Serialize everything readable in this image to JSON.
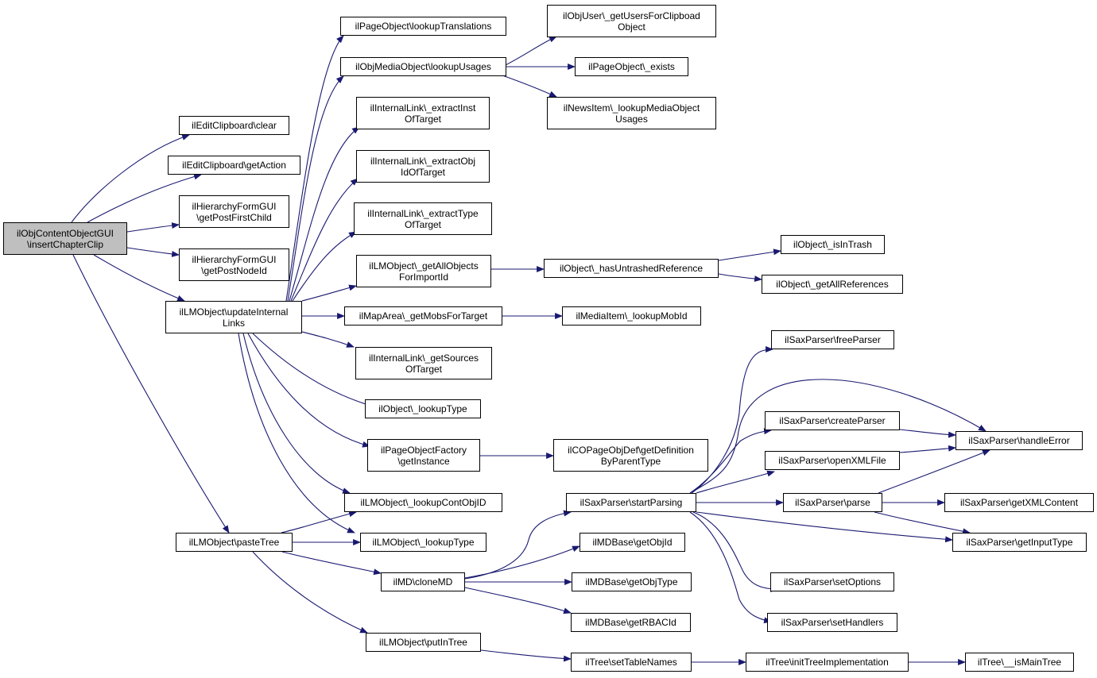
{
  "colors": {
    "edge": "#191970",
    "root_fill": "#bfbfbf",
    "node_fill": "#ffffff",
    "border": "#000000"
  },
  "nodes": {
    "root": {
      "lines": [
        "ilObjContentObjectGUI",
        "\\insertChapterClip"
      ]
    },
    "clear": {
      "lines": [
        "ilEditClipboard\\clear"
      ]
    },
    "getAction": {
      "lines": [
        "ilEditClipboard\\getAction"
      ]
    },
    "getPostFirstChild": {
      "lines": [
        "ilHierarchyFormGUI",
        "\\getPostFirstChild"
      ]
    },
    "getPostNodeId": {
      "lines": [
        "ilHierarchyFormGUI",
        "\\getPostNodeId"
      ]
    },
    "updateInternalLinks": {
      "lines": [
        "ilLMObject\\updateInternal",
        "Links"
      ]
    },
    "pasteTree": {
      "lines": [
        "ilLMObject\\pasteTree"
      ]
    },
    "lookupTranslations": {
      "lines": [
        "ilPageObject\\lookupTranslations"
      ]
    },
    "lookupUsages": {
      "lines": [
        "ilObjMediaObject\\lookupUsages"
      ]
    },
    "extractInst": {
      "lines": [
        "ilInternalLink\\_extractInst",
        "OfTarget"
      ]
    },
    "extractObj": {
      "lines": [
        "ilInternalLink\\_extractObj",
        "IdOfTarget"
      ]
    },
    "extractType": {
      "lines": [
        "ilInternalLink\\_extractType",
        "OfTarget"
      ]
    },
    "getAllObjects": {
      "lines": [
        "ilLMObject\\_getAllObjects",
        "ForImportId"
      ]
    },
    "getMobsForTarget": {
      "lines": [
        "ilMapArea\\_getMobsForTarget"
      ]
    },
    "getSources": {
      "lines": [
        "ilInternalLink\\_getSources",
        "OfTarget"
      ]
    },
    "objLookupType": {
      "lines": [
        "ilObject\\_lookupType"
      ]
    },
    "pageObjFactory": {
      "lines": [
        "ilPageObjectFactory",
        "\\getInstance"
      ]
    },
    "lookupContObjID": {
      "lines": [
        "ilLMObject\\_lookupContObjID"
      ]
    },
    "lmLookupType": {
      "lines": [
        "ilLMObject\\_lookupType"
      ]
    },
    "cloneMD": {
      "lines": [
        "ilMD\\cloneMD"
      ]
    },
    "putInTree": {
      "lines": [
        "ilLMObject\\putInTree"
      ]
    },
    "getUsersForClip": {
      "lines": [
        "ilObjUser\\_getUsersForClipboad",
        "Object"
      ]
    },
    "pageExists": {
      "lines": [
        "ilPageObject\\_exists"
      ]
    },
    "newsItem": {
      "lines": [
        "ilNewsItem\\_lookupMediaObject",
        "Usages"
      ]
    },
    "hasUntrashed": {
      "lines": [
        "ilObject\\_hasUntrashedReference"
      ]
    },
    "lookupMobId": {
      "lines": [
        "ilMediaItem\\_lookupMobId"
      ]
    },
    "getDefinition": {
      "lines": [
        "ilCOPageObjDef\\getDefinition",
        "ByParentType"
      ]
    },
    "startParsing": {
      "lines": [
        "ilSaxParser\\startParsing"
      ]
    },
    "getObjId": {
      "lines": [
        "ilMDBase\\getObjId"
      ]
    },
    "getObjType": {
      "lines": [
        "ilMDBase\\getObjType"
      ]
    },
    "getRBACId": {
      "lines": [
        "ilMDBase\\getRBACId"
      ]
    },
    "setTableNames": {
      "lines": [
        "ilTree\\setTableNames"
      ]
    },
    "isInTrash": {
      "lines": [
        "ilObject\\_isInTrash"
      ]
    },
    "getAllReferences": {
      "lines": [
        "ilObject\\_getAllReferences"
      ]
    },
    "freeParser": {
      "lines": [
        "ilSaxParser\\freeParser"
      ]
    },
    "createParser": {
      "lines": [
        "ilSaxParser\\createParser"
      ]
    },
    "openXMLFile": {
      "lines": [
        "ilSaxParser\\openXMLFile"
      ]
    },
    "parse": {
      "lines": [
        "ilSaxParser\\parse"
      ]
    },
    "setOptions": {
      "lines": [
        "ilSaxParser\\setOptions"
      ]
    },
    "setHandlers": {
      "lines": [
        "ilSaxParser\\setHandlers"
      ]
    },
    "initTree": {
      "lines": [
        "ilTree\\initTreeImplementation"
      ]
    },
    "handleError": {
      "lines": [
        "ilSaxParser\\handleError"
      ]
    },
    "getXMLContent": {
      "lines": [
        "ilSaxParser\\getXMLContent"
      ]
    },
    "getInputType": {
      "lines": [
        "ilSaxParser\\getInputType"
      ]
    },
    "isMainTree": {
      "lines": [
        "ilTree\\__isMainTree"
      ]
    }
  }
}
